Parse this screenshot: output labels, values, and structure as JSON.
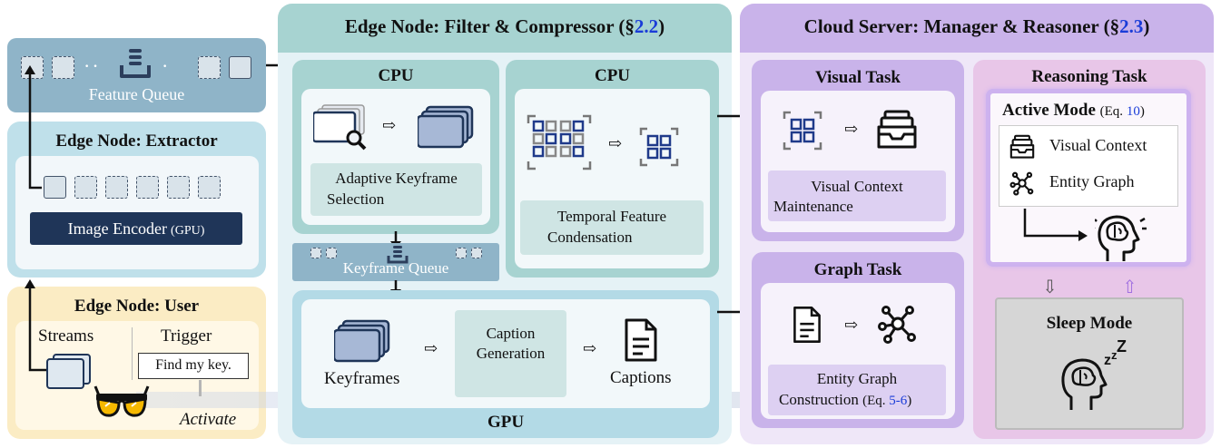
{
  "feature_queue": {
    "label": "Feature Queue"
  },
  "extractor": {
    "title": "Edge Node: Extractor",
    "encoder": "Image Encoder",
    "encoder_sub": "(GPU)"
  },
  "user": {
    "title": "Edge Node: User",
    "streams": "Streams",
    "trigger": "Trigger",
    "query": "Find my key.",
    "activate": "Activate"
  },
  "filter": {
    "title": "Edge Node: Filter & Compressor (§",
    "ref": "2.2",
    "title_end": ")",
    "cpu1": "CPU",
    "cpu2": "CPU",
    "keyframe_sel": [
      "Adaptive Keyframe",
      "Selection"
    ],
    "temporal": [
      "Temporal Feature",
      "Condensation"
    ],
    "keyframe_queue": "Keyframe Queue",
    "keyframes": "Keyframes",
    "caption_gen": [
      "Caption",
      "Generation"
    ],
    "captions": "Captions",
    "gpu": "GPU"
  },
  "cloud": {
    "title": "Cloud Server: Manager & Reasoner (§",
    "ref": "2.3",
    "title_end": ")",
    "visual_task": "Visual Task",
    "visual_maint": [
      "Visual Context",
      "Maintenance"
    ],
    "graph_task": "Graph Task",
    "entity_construct": [
      "Entity Graph",
      "Construction"
    ],
    "entity_eq": "(Eq. ",
    "entity_eq_ref": "5-6",
    "entity_eq_end": ")",
    "reasoning_task": "Reasoning Task",
    "active_mode": "Active Mode",
    "active_eq": "(Eq. ",
    "active_eq_ref": "10",
    "active_eq_end": ")",
    "visual_context": "Visual Context",
    "entity_graph": "Entity Graph",
    "sleep_mode": "Sleep Mode"
  },
  "colors": {
    "edge_teal": "#9fcfcc",
    "cloud_purple": "#c9b3ea",
    "user_yellow": "#fbecc4",
    "encoder_navy": "#1f3558"
  }
}
